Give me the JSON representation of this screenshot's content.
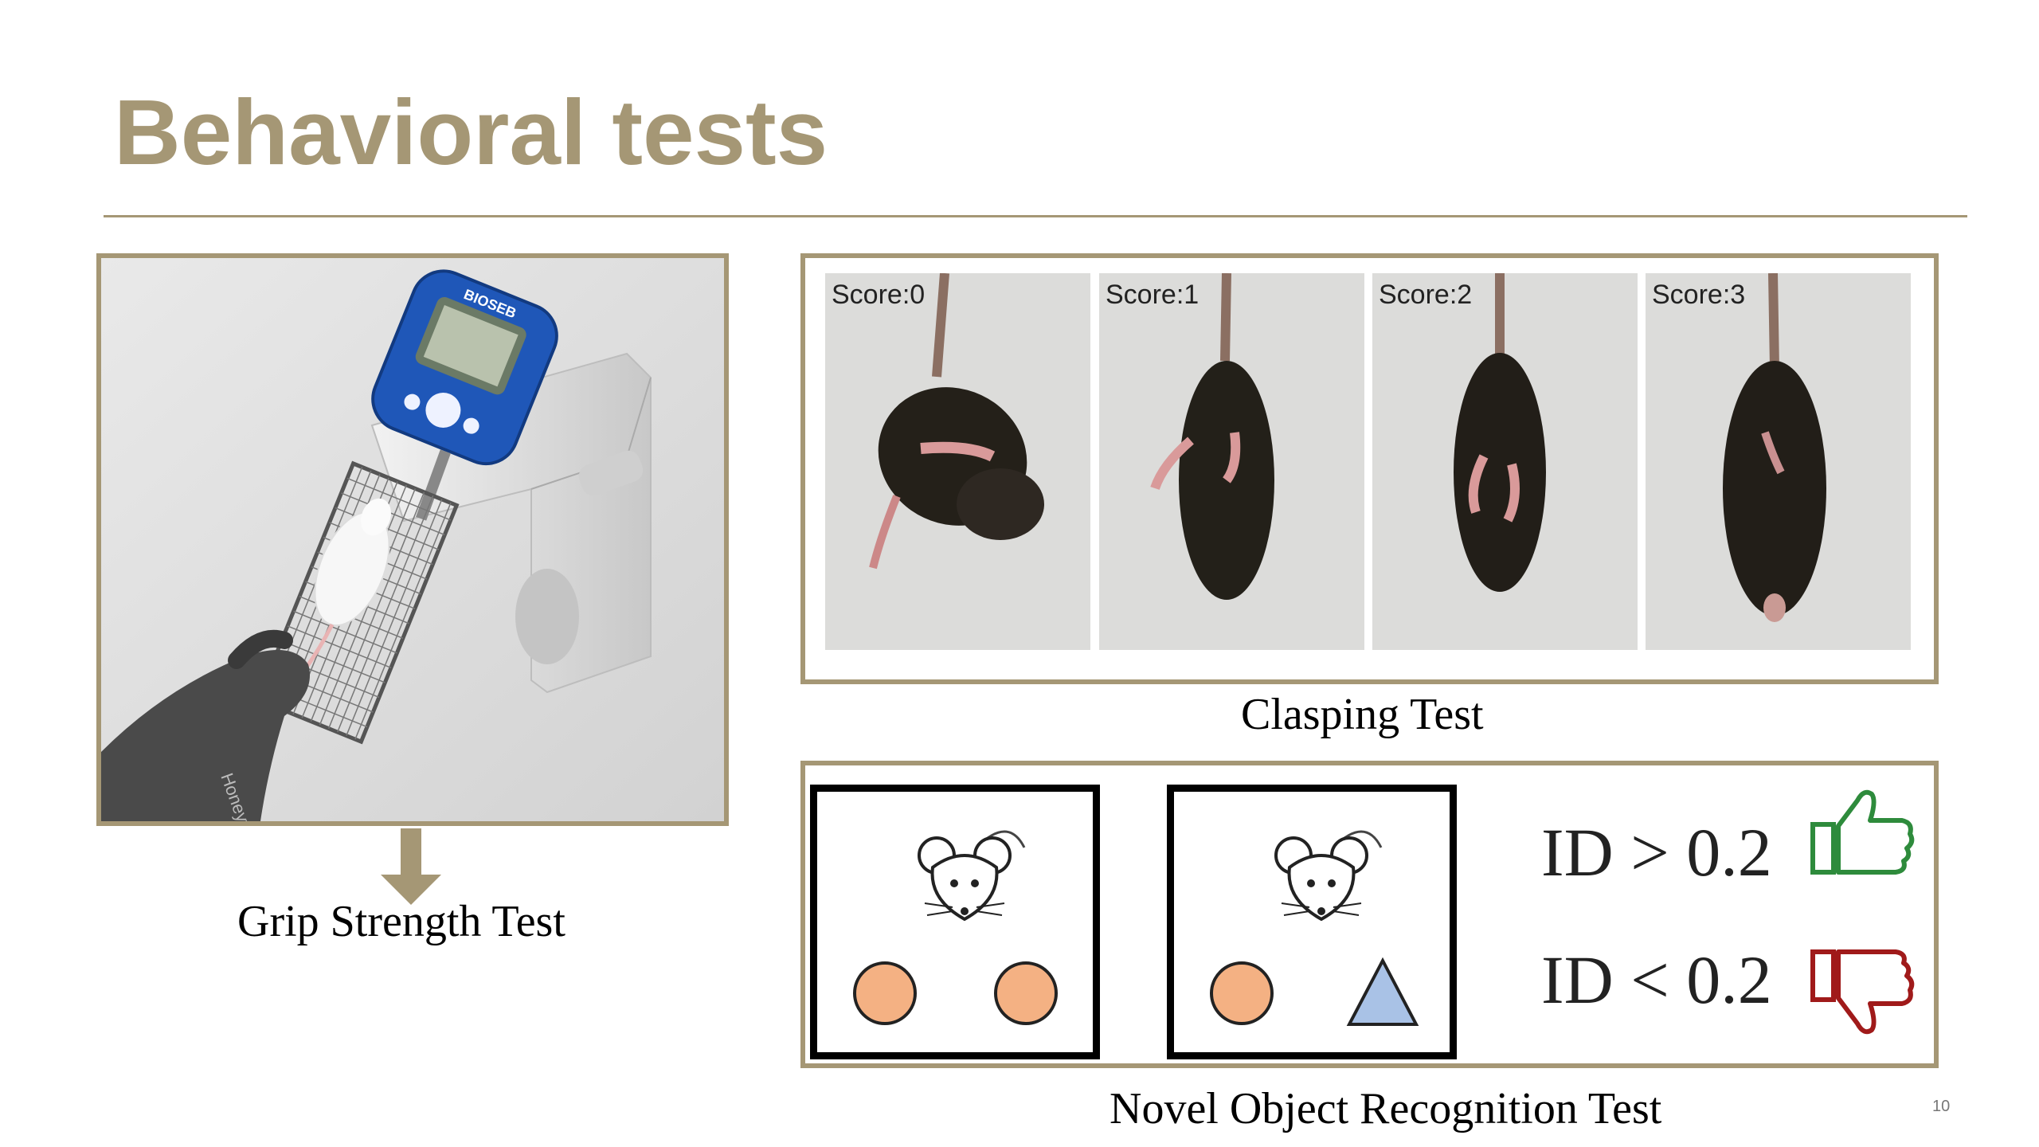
{
  "slide": {
    "title": "Behavioral tests",
    "page_number": "10"
  },
  "grip_strength": {
    "caption": "Grip Strength Test",
    "device_brand": "BIOSEB",
    "glove_brand": "Honeywell"
  },
  "clasping": {
    "caption": "Clasping Test",
    "scores": [
      "Score:0",
      "Score:1",
      "Score:2",
      "Score:3"
    ]
  },
  "novel_object": {
    "caption": "Novel Object Recognition Test",
    "id_positive": "ID > 0.2",
    "id_negative": "ID < 0.2"
  },
  "colors": {
    "accent": "#a59775",
    "object_circle": "#f4b183",
    "object_triangle": "#a9c2e6",
    "thumb_up": "#2e8b3c",
    "thumb_down": "#a01a1a"
  }
}
